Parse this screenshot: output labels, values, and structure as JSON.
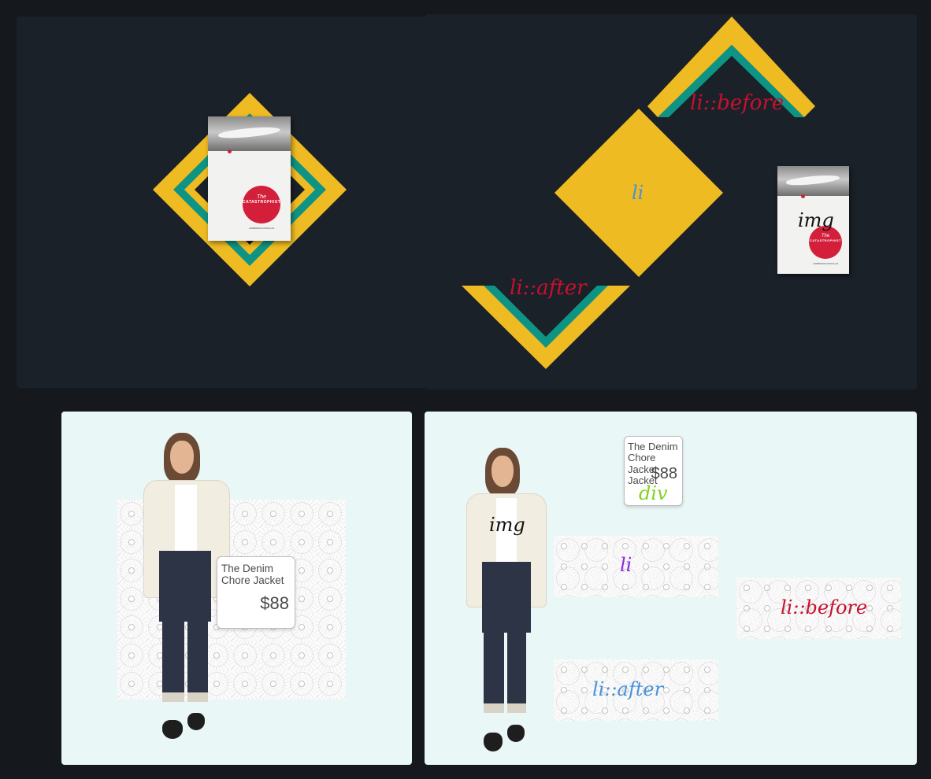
{
  "book": {
    "title_small": "The",
    "title": "CATASTROPHIST",
    "author": "LAWRENCE DOUGLAS"
  },
  "labels_top": {
    "before": "li::before",
    "li": "li",
    "after": "li::after",
    "img": "img"
  },
  "labels_bottom": {
    "img": "img",
    "div": "div",
    "li": "li",
    "before": "li::before",
    "after": "li::after"
  },
  "tag": {
    "name_line1": "The Denim",
    "name_line2": "Chore Jacket",
    "name_right_line3": "Jacket",
    "price": "$88"
  },
  "colors": {
    "yellow": "#efbb23",
    "teal": "#0e9484",
    "red_label": "#c8102e",
    "blue_label": "#4a90d9",
    "green_label": "#7ed321",
    "purple_label": "#8b2be2"
  }
}
